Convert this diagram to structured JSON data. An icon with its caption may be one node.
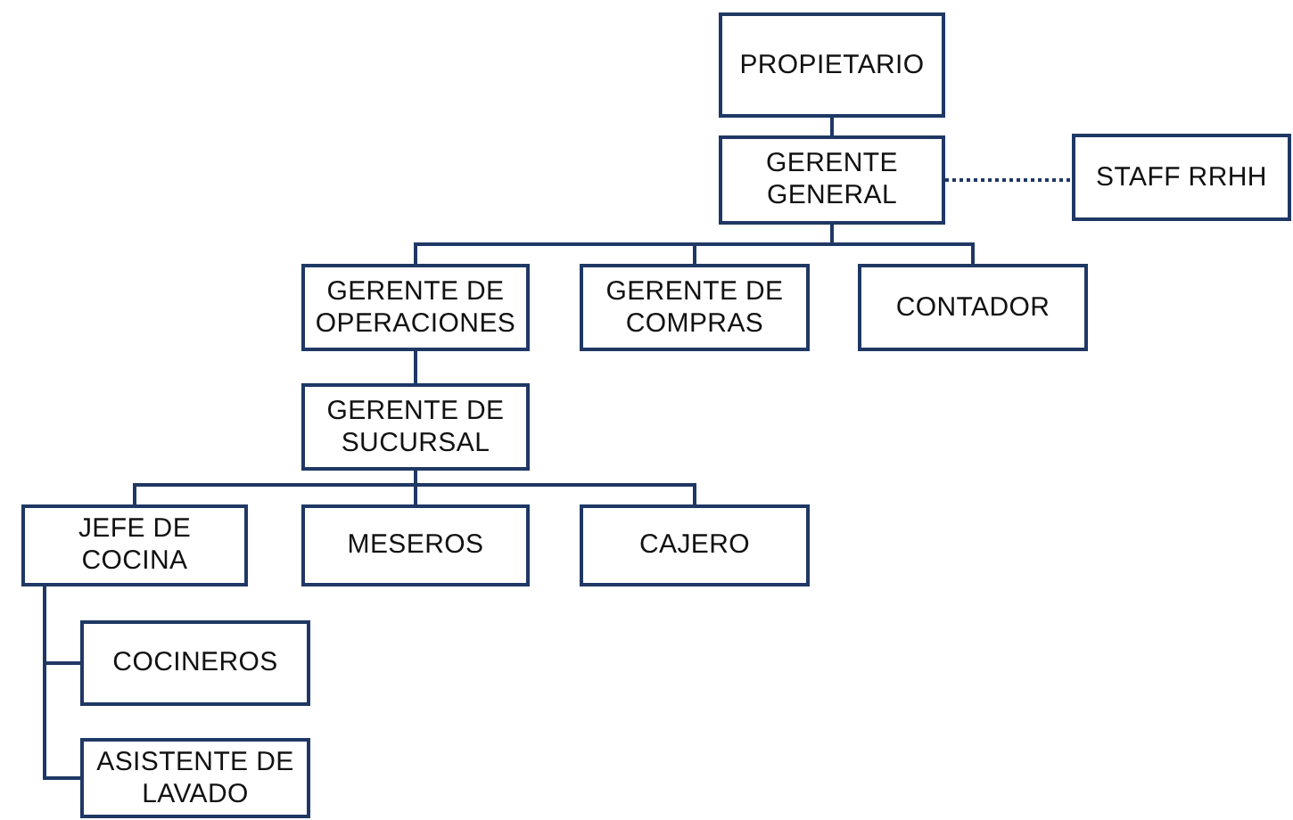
{
  "diagram": {
    "nodes": [
      {
        "text": [
          "PROPIETARIO"
        ]
      },
      {
        "text": [
          "GERENTE GENERAL"
        ]
      },
      {
        "text": [
          "STAFF RRHH"
        ]
      },
      {
        "text": [
          "GERENTE DE OPERACIONES"
        ]
      },
      {
        "text": [
          "GERENTE DE COMPRAS"
        ]
      },
      {
        "text": [
          "CONTADOR"
        ]
      },
      {
        "text": [
          "GERENTE DE SUCURSAL"
        ]
      },
      {
        "text": [
          "JEFE DE COCINA"
        ]
      },
      {
        "text": [
          "MESEROS"
        ]
      },
      {
        "text": [
          "CAJERO"
        ]
      },
      {
        "text": [
          "COCINEROS"
        ]
      },
      {
        "text": [
          "ASISTENTE DE LAVADO"
        ]
      }
    ],
    "edges": [
      {
        "from": 0,
        "to": 1,
        "arrow": "none"
      },
      {
        "from": 1,
        "to": 2,
        "arrow": "none",
        "style": "dashed"
      },
      {
        "from": 1,
        "to": 3,
        "arrow": "none"
      },
      {
        "from": 1,
        "to": 4,
        "arrow": "none"
      },
      {
        "from": 1,
        "to": 5,
        "arrow": "none"
      },
      {
        "from": 3,
        "to": 6,
        "arrow": "none"
      },
      {
        "from": 6,
        "to": 7,
        "arrow": "none"
      },
      {
        "from": 6,
        "to": 8,
        "arrow": "none"
      },
      {
        "from": 6,
        "to": 9,
        "arrow": "none"
      },
      {
        "from": 7,
        "to": 10,
        "arrow": "none"
      },
      {
        "from": 7,
        "to": 11,
        "arrow": "none"
      }
    ]
  }
}
